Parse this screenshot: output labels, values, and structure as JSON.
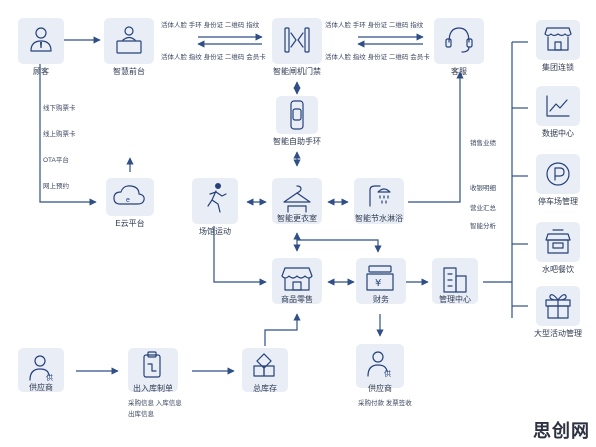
{
  "nodes": {
    "customer": "顾客",
    "front_desk": "智慧前台",
    "gate": "智能闸机门禁",
    "service": "客服",
    "wristband": "智能自助手环",
    "cloud": "E云平台",
    "venue_sport": "场馆运动",
    "locker": "智能更衣室",
    "shower": "智能节水淋浴",
    "retail": "商品零售",
    "finance": "财务",
    "management": "管理中心",
    "supplier": "供应商",
    "warehouse_order": "出入库制单",
    "inventory": "总库存",
    "finance_supplier": "供应商",
    "group_chain": "集团连锁",
    "data_center": "数据中心",
    "parking": "停车场管理",
    "bar": "水吧餐饮",
    "events": "大型活动管理"
  },
  "edge_labels": {
    "front_to_gate": "活体人脸 手环 身份证 二维码 指纹",
    "gate_to_front": "活体人脸 指纹 身份证 二维码 会员卡",
    "gate_to_service": "活体人脸 手环 身份证 二维码 指纹",
    "service_to_gate": "活体人脸 指纹 身份证 二维码 会员卡",
    "channel_offline": "线下购票卡",
    "channel_online": "线上购票卡",
    "channel_ota": "OTA平台",
    "channel_preorder": "网上预约",
    "report_sales": "销售业绩",
    "report_finance": "收银明细",
    "report_summary": "营业汇总",
    "report_analysis": "智能分析",
    "warehouse_info": "采购信息 入库信息",
    "warehouse_out": "出库信息",
    "finance_supplier_info": "采购付款 发票签收"
  },
  "watermark": "思创网",
  "colors": {
    "accent": "#26417a",
    "box": "#e9eef6",
    "line": "#2f4f86"
  }
}
